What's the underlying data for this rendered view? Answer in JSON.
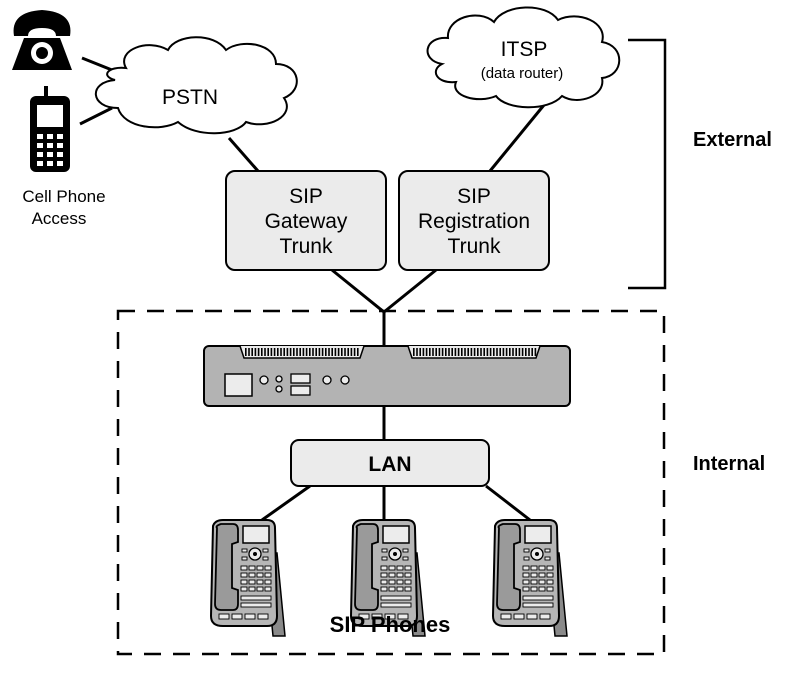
{
  "clouds": {
    "pstn": "PSTN",
    "itsp": "ITSP",
    "itsp_sub": "(data router)"
  },
  "cell_phone_label": [
    "Cell Phone",
    "Access"
  ],
  "trunks": {
    "gateway": [
      "SIP",
      "Gateway",
      "Trunk"
    ],
    "registration": [
      "SIP",
      "Registration",
      "Trunk"
    ]
  },
  "lan": "LAN",
  "phones_label": "SIP Phones",
  "zones": {
    "external": "External",
    "internal": "Internal"
  },
  "icons": [
    "desk-phone-icon",
    "cell-phone-icon",
    "cloud-icon",
    "pbx-appliance-icon",
    "sip-phone-icon"
  ]
}
